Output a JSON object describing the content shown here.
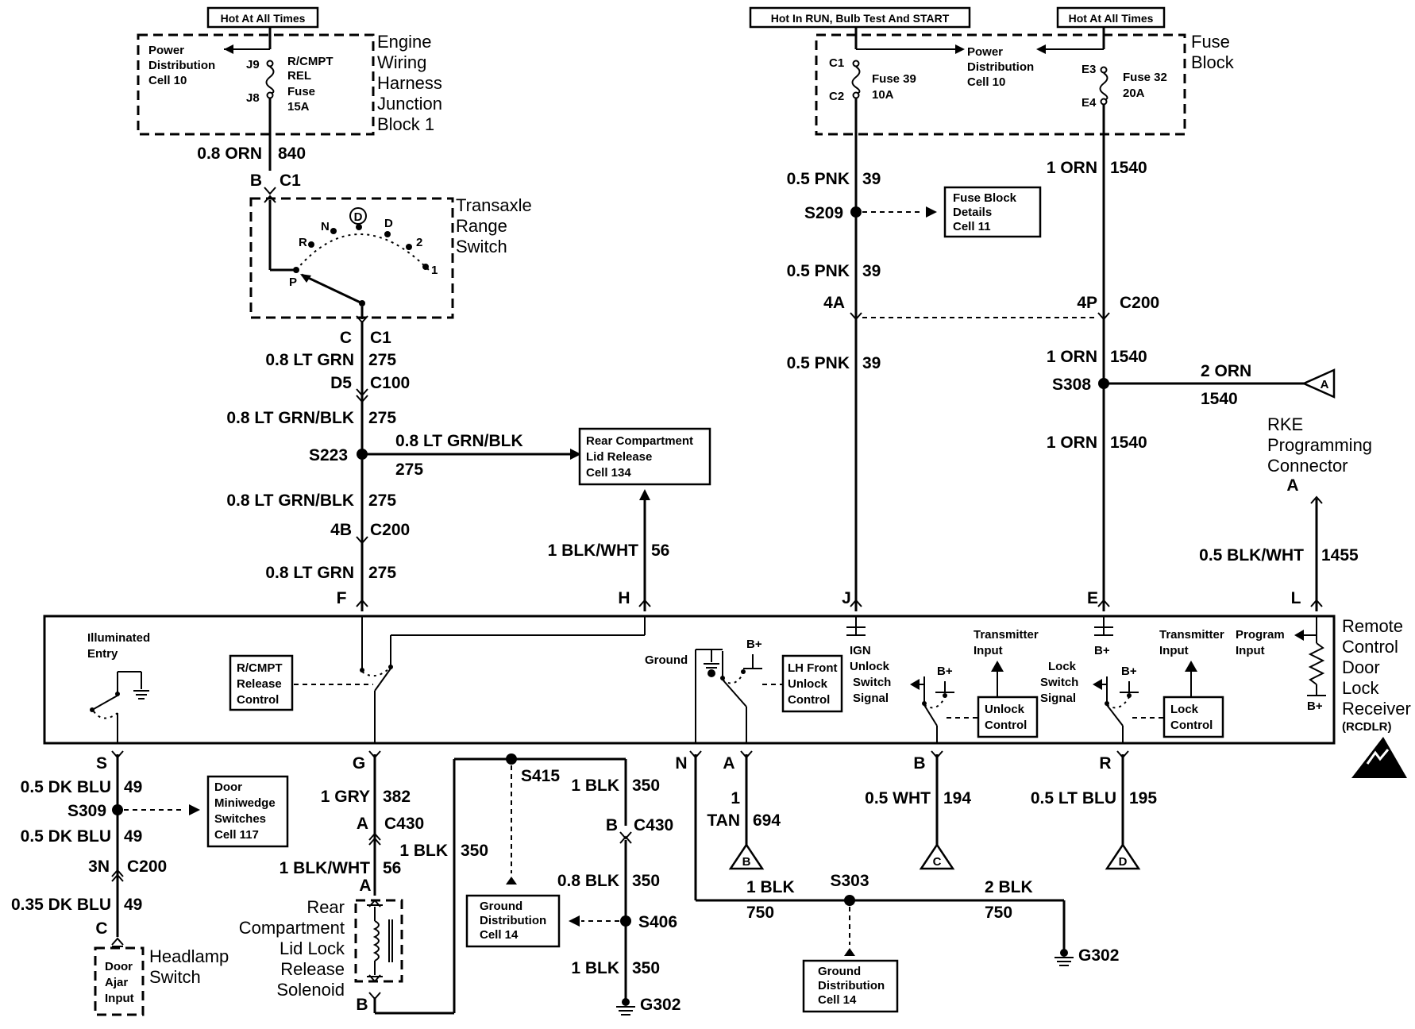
{
  "diagram": {
    "supply_labels": {
      "left": "Hot At All Times",
      "center": "Hot In RUN, Bulb Test And START",
      "right": "Hot At All Times"
    },
    "engine_junction_block": {
      "title": [
        "Engine",
        "Wiring",
        "Harness",
        "Junction",
        "Block 1"
      ],
      "ref": [
        "Power",
        "Distribution",
        "Cell 10"
      ],
      "pin_top": "J9",
      "pin_bottom": "J8",
      "fuse": [
        "R/CMPT",
        "REL",
        "Fuse",
        "15A"
      ]
    },
    "fuse_block": {
      "title": [
        "Fuse",
        "Block"
      ],
      "ref": [
        "Power",
        "Distribution",
        "Cell 10"
      ],
      "fuse39": {
        "pin_top": "C1",
        "pin_bottom": "C2",
        "name": "Fuse 39",
        "rating": "10A"
      },
      "fuse32": {
        "pin_top": "E3",
        "pin_bottom": "E4",
        "name": "Fuse 32",
        "rating": "20A"
      }
    },
    "transaxle_switch": {
      "title": [
        "Transaxle",
        "Range",
        "Switch"
      ],
      "positions": [
        "P",
        "R",
        "N",
        "D",
        "D",
        "2",
        "1"
      ],
      "conn_in": {
        "pin": "B",
        "connector": "C1"
      },
      "conn_out": {
        "pin": "C",
        "connector": "C1"
      }
    },
    "left_wires": {
      "w840": {
        "gauge": "0.8 ORN",
        "circuit": "840"
      },
      "w275a": {
        "gauge": "0.8 LT GRN",
        "circuit": "275"
      },
      "c100": {
        "pin": "D5",
        "connector": "C100"
      },
      "w275b": {
        "gauge": "0.8 LT GRN/BLK",
        "circuit": "275"
      },
      "s223": "S223",
      "branch": {
        "gauge": "0.8 LT GRN/BLK",
        "circuit": "275"
      },
      "w275c": {
        "gauge": "0.8 LT GRN/BLK",
        "circuit": "275"
      },
      "c200": {
        "pin": "4B",
        "connector": "C200"
      },
      "w275d": {
        "gauge": "0.8 LT GRN",
        "circuit": "275"
      },
      "rear_lid_ref": [
        "Rear Compartment",
        "Lid Release",
        "Cell 134"
      ],
      "w56": {
        "gauge": "1 BLK/WHT",
        "circuit": "56"
      }
    },
    "right_wires": {
      "w39a": {
        "gauge": "0.5 PNK",
        "circuit": "39"
      },
      "s209": "S209",
      "fuse_details_ref": [
        "Fuse Block",
        "Details",
        "Cell 11"
      ],
      "w39b": {
        "gauge": "0.5 PNK",
        "circuit": "39"
      },
      "c200_pin_left": "4A",
      "c200_pin_right": "4P",
      "c200_conn": "C200",
      "w39c": {
        "gauge": "0.5 PNK",
        "circuit": "39"
      },
      "w1540a": {
        "gauge": "1 ORN",
        "circuit": "1540"
      },
      "w1540b": {
        "gauge": "1 ORN",
        "circuit": "1540"
      },
      "s308": "S308",
      "branch": {
        "gauge": "2 ORN",
        "circuit": "1540"
      },
      "offpage_a": "A",
      "w1540c": {
        "gauge": "1 ORN",
        "circuit": "1540"
      },
      "rke_connector": [
        "RKE",
        "Programming",
        "Connector"
      ],
      "rke_pin": "A",
      "w1455": {
        "gauge": "0.5 BLK/WHT",
        "circuit": "1455"
      }
    },
    "module": {
      "title": [
        "Remote",
        "Control",
        "Door",
        "Lock",
        "Receiver"
      ],
      "abbrev": "(RCDLR)",
      "top_pins": [
        "F",
        "H",
        "J",
        "E",
        "L"
      ],
      "bottom_pins": [
        "S",
        "G",
        "N",
        "A",
        "B",
        "R"
      ],
      "labels": {
        "illuminated": [
          "Illuminated",
          "Entry"
        ],
        "rcmpt": [
          "R/CMPT",
          "Release",
          "Control"
        ],
        "ground": "Ground",
        "bplus": "B+",
        "lh_unlock": [
          "LH Front",
          "Unlock",
          "Control"
        ],
        "ign": [
          "IGN"
        ],
        "unlock_signal": [
          "Unlock",
          "Switch",
          "Signal"
        ],
        "tx_input": [
          "Transmitter",
          "Input"
        ],
        "unlock_control": [
          "Unlock",
          "Control"
        ],
        "lock_signal": [
          "Lock",
          "Switch",
          "Signal"
        ],
        "lock_control": [
          "Lock",
          "Control"
        ],
        "program_input": [
          "Program",
          "Input"
        ]
      }
    },
    "bottom": {
      "w49a": {
        "gauge": "0.5 DK BLU",
        "circuit": "49"
      },
      "s309": "S309",
      "door_switch_ref": [
        "Door",
        "Miniwedge",
        "Switches",
        "Cell 117"
      ],
      "w49b": {
        "gauge": "0.5 DK BLU",
        "circuit": "49"
      },
      "c200": {
        "pin": "3N",
        "connector": "C200"
      },
      "w49c": {
        "gauge": "0.35 DK BLU",
        "circuit": "49"
      },
      "headlamp_pin": "C",
      "headlamp_switch": [
        "Headlamp",
        "Switch"
      ],
      "door_ajar": [
        "Door",
        "Ajar",
        "Input"
      ],
      "w382": {
        "gauge": "1 GRY",
        "circuit": "382"
      },
      "c430a": {
        "pin": "A",
        "connector": "C430"
      },
      "w56": {
        "gauge": "1 BLK/WHT",
        "circuit": "56"
      },
      "solenoid_pin_top": "A",
      "solenoid_pin_bottom": "B",
      "solenoid": [
        "Rear",
        "Compartment",
        "Lid Lock",
        "Release",
        "Solenoid"
      ],
      "w350a": {
        "gauge": "1 BLK",
        "circuit": "350"
      },
      "s415": "S415",
      "ground_ref1": [
        "Ground",
        "Distribution",
        "Cell 14"
      ],
      "w350b": {
        "gauge": "1 BLK",
        "circuit": "350"
      },
      "c430b": {
        "pin": "B",
        "connector": "C430"
      },
      "w350c": {
        "gauge": "0.8 BLK",
        "circuit": "350"
      },
      "s406": "S406",
      "w350d": {
        "gauge": "1 BLK",
        "circuit": "350"
      },
      "g302a": "G302",
      "w750a": {
        "gauge": "1 BLK",
        "circuit": "750"
      },
      "s303": "S303",
      "w750b": {
        "gauge": "2 BLK",
        "circuit": "750"
      },
      "ground_ref2": [
        "Ground",
        "Distribution",
        "Cell 14"
      ],
      "g302b": "G302",
      "w694": {
        "gauge": "1",
        "color": "TAN",
        "circuit": "694"
      },
      "offpage_b": "B",
      "w194": {
        "gauge": "0.5 WHT",
        "circuit": "194"
      },
      "offpage_c": "C",
      "w195": {
        "gauge": "0.5 LT BLU",
        "circuit": "195"
      },
      "offpage_d": "D"
    }
  }
}
